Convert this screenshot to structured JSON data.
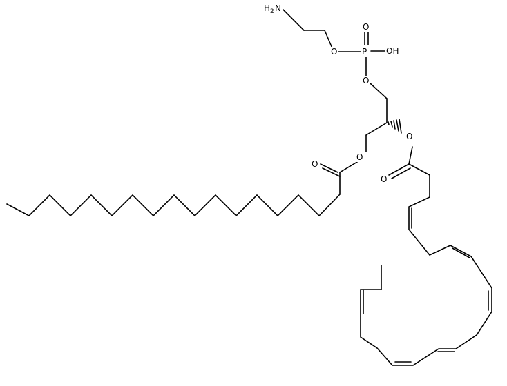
{
  "atom_labels": {
    "nh2_h": "H",
    "nh2_sub": "2",
    "nh2_n": "N",
    "ester_o_phos": "O",
    "p": "P",
    "p_oxo": "O",
    "p_oh": "OH",
    "glycerol_o_phos": "O",
    "o_sn2": "O",
    "o_sn1": "O",
    "palmitoyl_carbonyl_o": "O",
    "dha_carbonyl_o": "O"
  },
  "colors": {
    "bond": "#000000",
    "background": "#ffffff"
  }
}
